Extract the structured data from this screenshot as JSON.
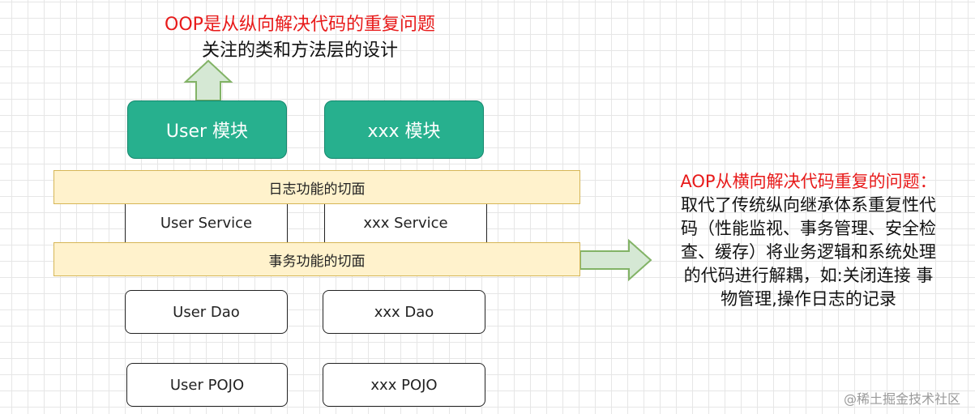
{
  "oop": {
    "title": "OOP是从纵向解决代码的重复问题",
    "subtitle": "关注的类和方法层的设计"
  },
  "modules": [
    {
      "label": "User 模块"
    },
    {
      "label": "xxx 模块"
    }
  ],
  "aspects": {
    "logging": "日志功能的切面",
    "transaction": "事务功能的切面"
  },
  "services": [
    {
      "label": "User Service"
    },
    {
      "label": "xxx Service"
    }
  ],
  "daos": [
    {
      "label": "User Dao"
    },
    {
      "label": "xxx Dao"
    }
  ],
  "pojos": [
    {
      "label": "User POJO"
    },
    {
      "label": "xxx POJO"
    }
  ],
  "aop": {
    "lines": [
      "AOP从横向解决代码重复的问题：",
      "取代了传统纵向继承体系重复性代",
      "码（性能监视、事务管理、安全检",
      "查、缓存）将业务逻辑和系统处理",
      "的代码进行解耦，如:关闭连接 事",
      "物管理,操作日志的记录"
    ]
  },
  "watermark": "@稀土掘金技术社区",
  "colors": {
    "module_fill": "#27b08e",
    "aspect_fill": "#fff2cc",
    "arrow_fill": "#d5e8d4",
    "arrow_stroke": "#82b366",
    "highlight_text": "#e81a1a"
  }
}
